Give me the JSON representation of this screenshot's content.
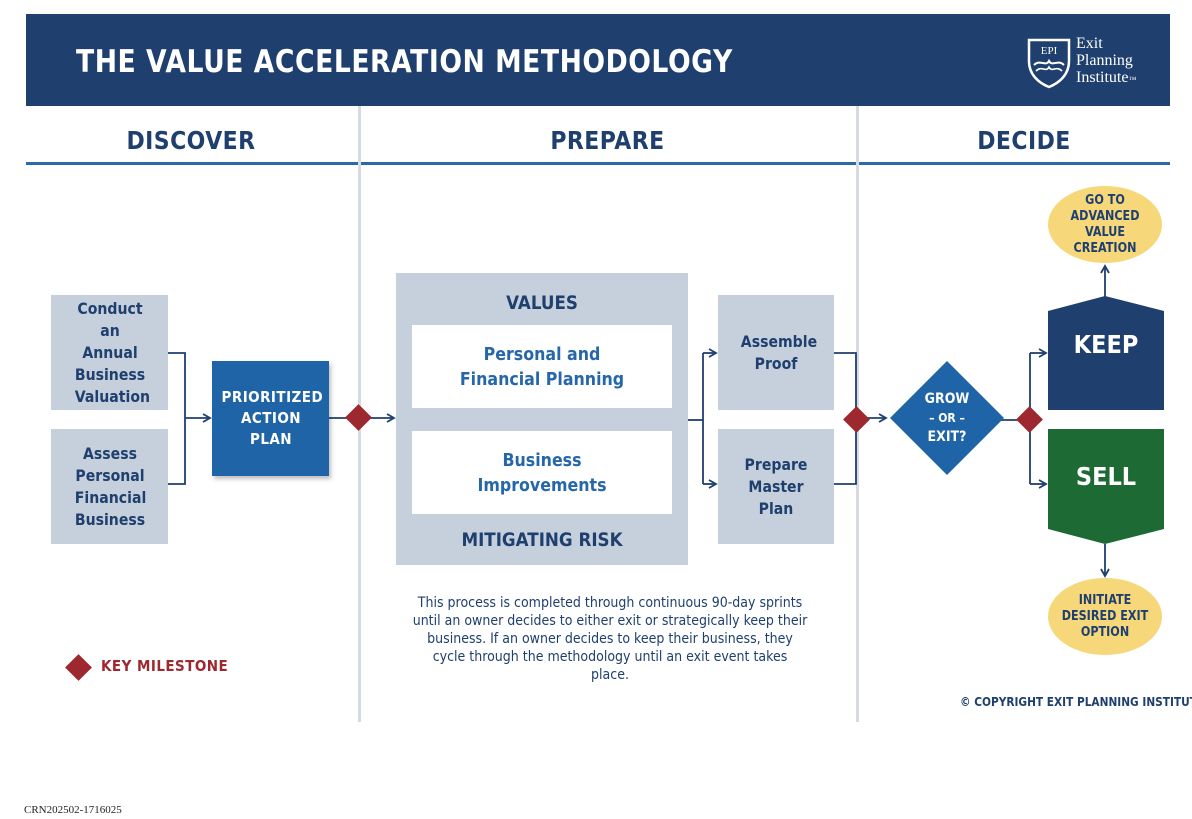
{
  "header": {
    "title": "THE VALUE ACCELERATION METHODOLOGY",
    "logo": {
      "badge": "EPI",
      "line1": "Exit",
      "line2": "Planning",
      "line3": "Institute",
      "tm": "™"
    }
  },
  "phases": {
    "discover": "DISCOVER",
    "prepare": "PREPARE",
    "decide": "DECIDE"
  },
  "discover": {
    "box1": "Conduct an Annual Business Valuation",
    "box2": "Assess Personal Financial Business",
    "action_plan": "PRIORITIZED ACTION PLAN"
  },
  "prepare": {
    "values_label": "VALUES",
    "personal": "Personal and Financial Planning",
    "business": "Business Improvements",
    "risk_label": "MITIGATING RISK",
    "assemble": "Assemble Proof",
    "master_plan": "Prepare Master Plan",
    "note": "This process is completed through continuous 90-day sprints until an owner decides to either exit or strategically keep their business. If an owner decides to keep their business, they cycle through the methodology until an exit event takes place."
  },
  "decide": {
    "grow_line1": "GROW",
    "grow_line2": "– OR –",
    "grow_line3": "EXIT?",
    "keep": "KEEP",
    "sell": "SELL",
    "advanced": "GO TO ADVANCED VALUE CREATION",
    "initiate": "INITIATE DESIRED EXIT OPTION"
  },
  "legend": {
    "milestone": "KEY MILESTONE"
  },
  "copyright": "© COPYRIGHT EXIT PLANNING INSTITUTE",
  "footer_code": "CRN202502-1716025",
  "colors": {
    "navy": "#1f3f6e",
    "blue": "#1f64a6",
    "panel": "#c5d0dc",
    "milestone": "#9e2830",
    "keep": "#1f3f6e",
    "sell": "#1d6a34",
    "oval": "#f6d77a"
  }
}
